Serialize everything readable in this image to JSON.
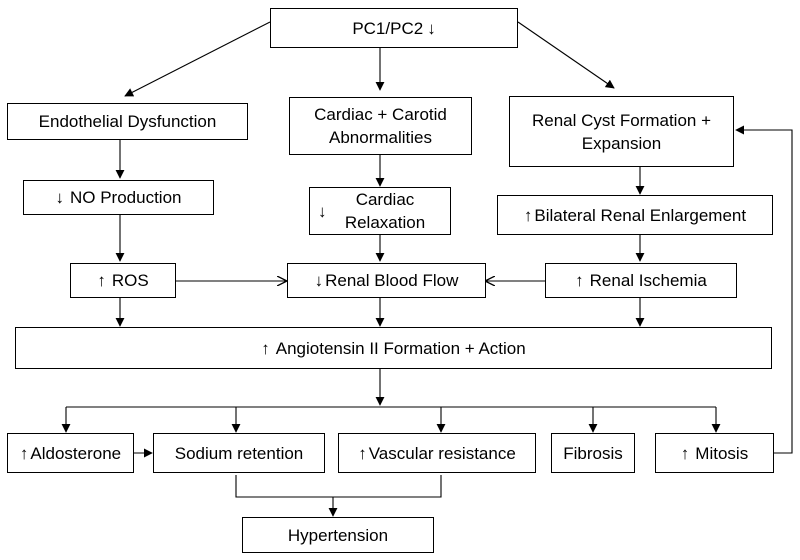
{
  "nodes": {
    "pc1_pc2": "PC1/PC2",
    "endothelial_dysfunction": "Endothelial Dysfunction",
    "cardiac_carotid_line1": "Cardiac + Carotid",
    "cardiac_carotid_line2": "Abnormalities",
    "renal_cyst_line1": "Renal Cyst Formation +",
    "renal_cyst_line2": "Expansion",
    "no_production": "NO Production",
    "cardiac_relaxation_line1": "Cardiac",
    "cardiac_relaxation_line2": "Relaxation",
    "bilateral_renal_enlargement": "Bilateral Renal Enlargement",
    "ros": "ROS",
    "renal_blood_flow": "Renal Blood Flow",
    "renal_ischemia": "Renal Ischemia",
    "angiotensin": "Angiotensin II Formation + Action",
    "aldosterone": "Aldosterone",
    "sodium_retention": "Sodium retention",
    "vascular_resistance": "Vascular resistance",
    "fibrosis": "Fibrosis",
    "mitosis": "Mitosis",
    "hypertension": "Hypertension"
  },
  "colors": {
    "line": "#000000",
    "box_border": "#000000",
    "background": "#ffffff"
  }
}
